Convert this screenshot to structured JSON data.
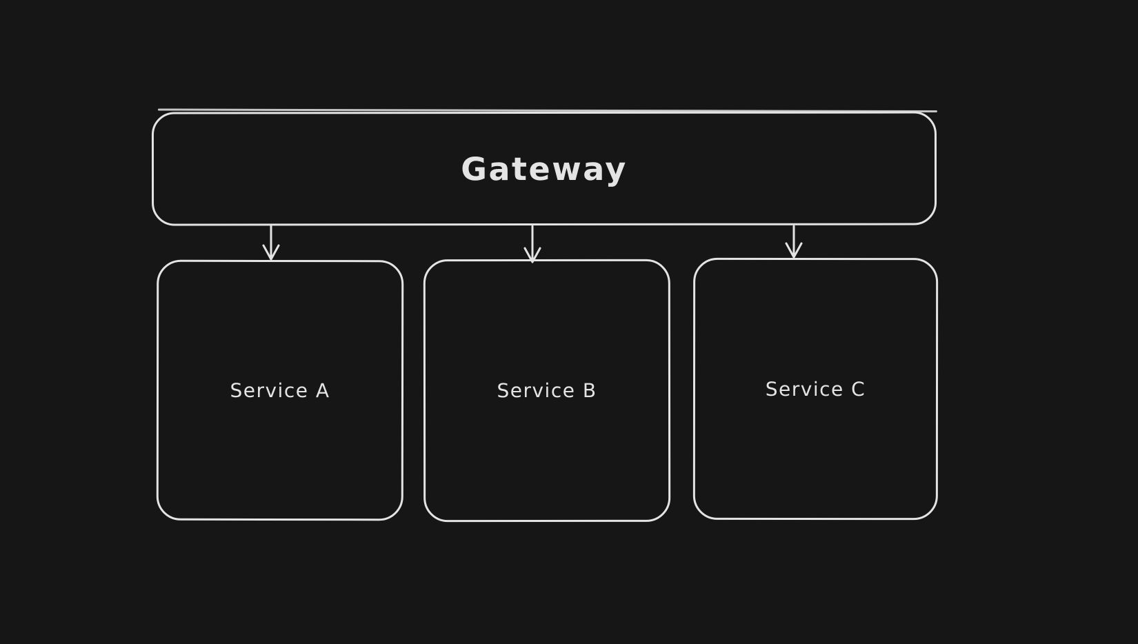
{
  "colors": {
    "background": "#161616",
    "stroke": "#e4e4e4",
    "text": "#e4e4e4"
  },
  "diagram": {
    "gateway": {
      "label": "Gateway"
    },
    "services": [
      {
        "label": "Service A"
      },
      {
        "label": "Service B"
      },
      {
        "label": "Service C"
      }
    ],
    "connections": [
      {
        "from": "Gateway",
        "to": "Service A"
      },
      {
        "from": "Gateway",
        "to": "Service B"
      },
      {
        "from": "Gateway",
        "to": "Service C"
      }
    ]
  }
}
